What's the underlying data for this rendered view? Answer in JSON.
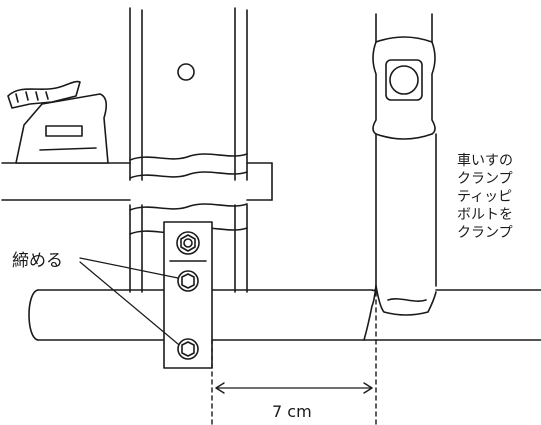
{
  "labels": {
    "tighten": "締める",
    "distance": "7 cm"
  },
  "note_lines": [
    "車いすの",
    "クランプ",
    "ティッピ",
    "ボルトを",
    "クランプ"
  ],
  "colors": {
    "stroke": "#1a1a1a",
    "background": "#ffffff"
  }
}
